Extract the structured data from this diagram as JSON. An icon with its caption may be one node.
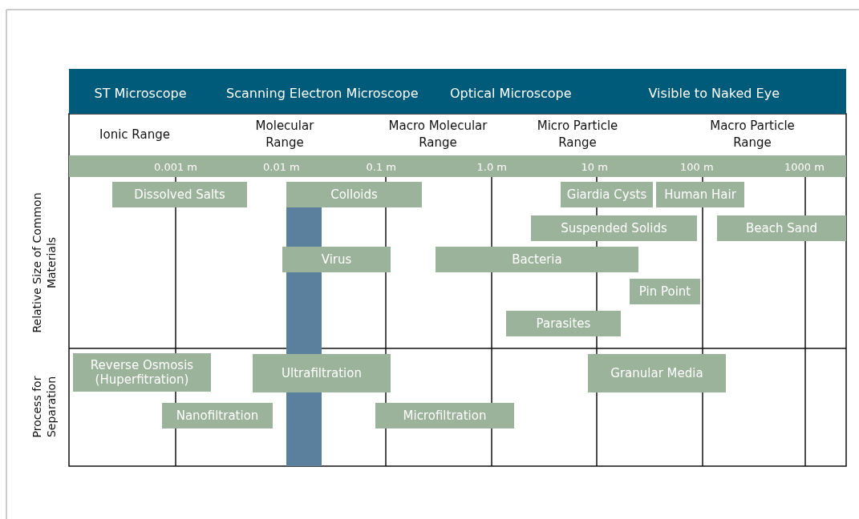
{
  "diagram": {
    "nodes": [
      {
        "text": [
          "Dissolved Salts"
        ]
      },
      {
        "text": [
          "Colloids"
        ]
      },
      {
        "text": [
          "Giardia Cysts"
        ]
      },
      {
        "text": [
          "Human Hair"
        ]
      },
      {
        "text": [
          "Suspended Solids"
        ]
      },
      {
        "text": [
          "Beach Sand"
        ]
      },
      {
        "text": [
          "Virus"
        ]
      },
      {
        "text": [
          "Bacteria"
        ]
      },
      {
        "text": [
          "Pin Point"
        ]
      },
      {
        "text": [
          "Parasites"
        ]
      },
      {
        "text": [
          "Reverse Osmosis (Huperfitration)"
        ]
      },
      {
        "text": [
          "Ultrafiltration"
        ]
      },
      {
        "text": [
          "Granular Media"
        ]
      },
      {
        "text": [
          "Nanofiltration"
        ]
      },
      {
        "text": [
          "Microfiltration"
        ]
      }
    ],
    "edges": [],
    "labels": [
      "ST Microscope",
      "Scanning Electron Microscope",
      "Optical Microscope",
      "Visible to Naked Eye",
      "Ionic Range",
      "Molecular Range",
      "Macro Molecular Range",
      "Micro Particle Range",
      "Macro Particle Range",
      "0.001 m",
      "0.01 m",
      "0.1 m",
      "1.0 m",
      "10 m",
      "100 m",
      "1000 m",
      "Relative Size of Common Materials",
      "Process for Separation"
    ]
  }
}
